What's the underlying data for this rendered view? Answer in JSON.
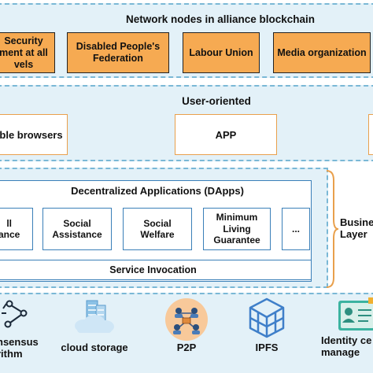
{
  "top_layer": {
    "title": "Network nodes in alliance blockchain",
    "nodes": [
      {
        "label": "Security\nment at all\nvels"
      },
      {
        "label": "Disabled People's\nFederation"
      },
      {
        "label": "Labour Union"
      },
      {
        "label": "Media organization"
      }
    ]
  },
  "user_layer": {
    "title": "User-oriented",
    "items": [
      {
        "label": "ble browsers"
      },
      {
        "label": "APP"
      }
    ]
  },
  "business_layer": {
    "dapps_title": "Decentralized Applications (DApps)",
    "services": [
      {
        "label": "ll\nance"
      },
      {
        "label": "Social\nAssistance"
      },
      {
        "label": "Social\nWelfare"
      },
      {
        "label": "Minimum\nLiving\nGuarantee"
      },
      {
        "label": "..."
      }
    ],
    "invocation": "Service Invocation",
    "side_label": "Busine\nLayer"
  },
  "infra_layer": {
    "items": [
      {
        "label": "nsensus\nrithm",
        "icon": "consensus-graph-icon"
      },
      {
        "label": "cloud storage",
        "icon": "cloud-storage-icon"
      },
      {
        "label": "P2P",
        "icon": "p2p-network-icon"
      },
      {
        "label": "IPFS",
        "icon": "ipfs-cube-icon"
      },
      {
        "label": "Identity ce\nmanage",
        "icon": "identity-card-icon"
      }
    ]
  },
  "colors": {
    "band_fill": "#e3f1f8",
    "band_border": "#7ab8d6",
    "node_fill": "#f6aa52",
    "service_border": "#3a7fb8",
    "brace": "#e9a04c"
  }
}
